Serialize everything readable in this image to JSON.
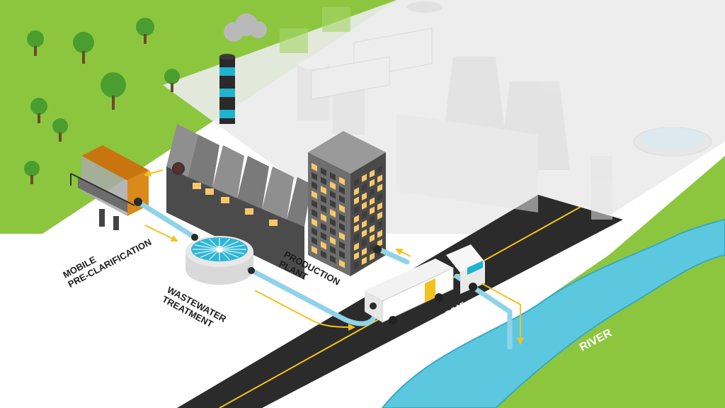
{
  "labels": {
    "mobile": "MOBILE",
    "pre_clarification": "PRE-CLARIFICATION",
    "wastewater": "WASTEWATER",
    "treatment": "TREATMENT",
    "production": "PRODUCTION",
    "plant": "PLANT",
    "river": "RIVER",
    "mobile_post_line1": "MOBILE POST-CLARIFICATION, MOBILE DAF,",
    "mobile_post_line2": "DISCFILTER OR ULTRAFILTRATION"
  },
  "colors": {
    "grass": "#8cc63f",
    "road": "#2b2b2b",
    "pipe": "#8fd3e8",
    "water": "#5cc8e0",
    "arrow": "#f4c21d",
    "window": "#f6c86a",
    "accent_orange": "#d98a1a"
  }
}
